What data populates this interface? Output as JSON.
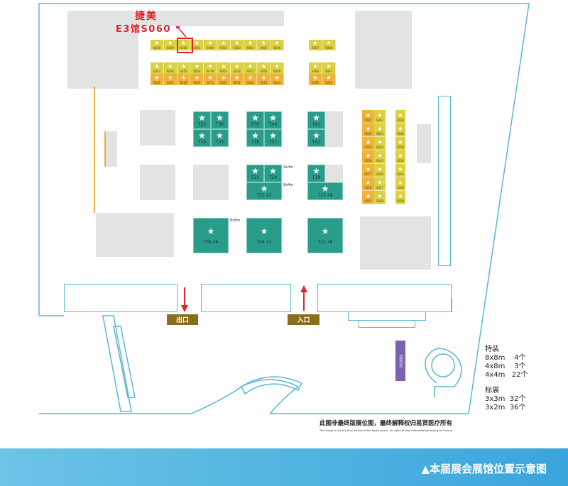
{
  "annotation": {
    "company": "捷美",
    "booth": "E3馆S060",
    "color": "#e0202a"
  },
  "row1": [
    "S058",
    "S059",
    "S060",
    "S061",
    "S069",
    "S062",
    "S063",
    "S064",
    "S065",
    "S066"
  ],
  "row1_right": [
    "S067",
    "S068"
  ],
  "row2": [
    "S057",
    "S056",
    "S055",
    "S054",
    "S070",
    "S053",
    "S052",
    "S051",
    "S050",
    "S049"
  ],
  "row2_right": [
    "S066",
    "S047"
  ],
  "row3": [
    "S036",
    "S037",
    "S038",
    "S039",
    "S071",
    "S040",
    "S041",
    "S042",
    "S043",
    "S044"
  ],
  "row3_right": [
    "S045",
    "S046"
  ],
  "colA": [
    "S021",
    "S020",
    "S019",
    "S018",
    "S017",
    "S016",
    "S015"
  ],
  "colB": [
    "S022",
    "S023",
    "S024",
    "S025",
    "S026",
    "S027",
    "S028"
  ],
  "colC": [
    "S035",
    "S034",
    "S033",
    "S032",
    "S031",
    "S030",
    "S029"
  ],
  "teal": {
    "t35": "T35",
    "t36": "T36",
    "t34": "T34",
    "t33": "T33",
    "t39": "T39",
    "t40": "T40",
    "t38": "T38",
    "t37": "T37",
    "t43": "T43",
    "t42": "T42",
    "t23": "T23",
    "t24": "T24",
    "t2122": "T21-22",
    "t19": "T19",
    "t1718": "T17-18",
    "t0508": "T05-08",
    "t0912": "T09-12",
    "t1216": "T12-16",
    "n4x4": "4x4m",
    "n8x4": "8x4m",
    "n8x8": "8x8m"
  },
  "exit": "出口",
  "entrance": "入口",
  "service": "签到处",
  "legend": {
    "special": "特装",
    "s1": "8x8m    4个",
    "s2": "4x8m    3个",
    "s3": "4x4m   22个",
    "standard": "标展",
    "b1": "3x3m  32个",
    "b2": "3x2m  36个"
  },
  "disclaimer_cn": "此图非最终版展位图，最终解释权归易贸医疗所有",
  "disclaimer_en": "This image is not the final version of the booth layout. All rights of final interpretation belong to Enmore",
  "banner": "▲本届展会展馆位置示意图",
  "colors": {
    "teal": "#2a9d8a",
    "yellow": "#dcd143",
    "orange": "#efb23a",
    "outline": "#5ab7d2",
    "banner": "#3aa5dc"
  }
}
